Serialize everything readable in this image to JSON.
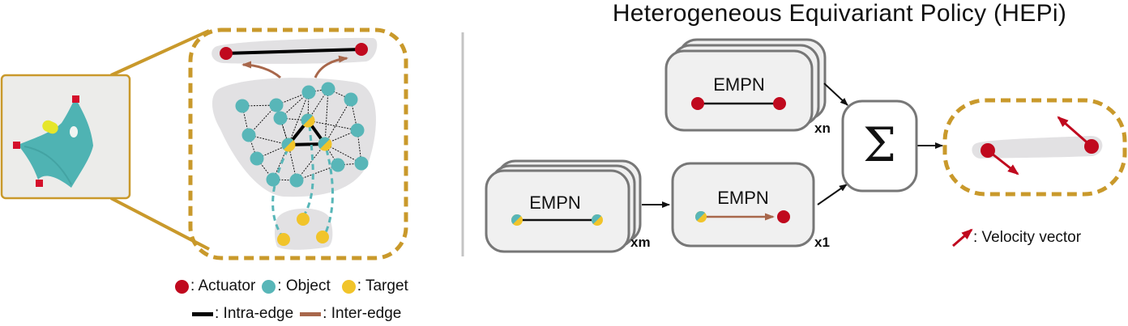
{
  "title": "Heterogeneous Equivariant Policy (HEPi)",
  "colors": {
    "actuator": "#c0091e",
    "object": "#58b6b8",
    "target": "#f1c42a",
    "intra_edge": "#000000",
    "inter_edge": "#a8674b",
    "highlight_border": "#c9992b",
    "card_fill": "#f0f0f0",
    "card_border": "#777777",
    "cluster_fill": "#e2e1e3",
    "divider": "#c4c4c4"
  },
  "legend_left": {
    "actuator": ": Actuator",
    "object": ": Object",
    "target": ": Target",
    "intra_edge": ": Intra-edge",
    "inter_edge": ": Inter-edge"
  },
  "legend_right": {
    "velocity": ": Velocity vector"
  },
  "blocks": {
    "top_stack": {
      "label": "EMPN",
      "multiplier": "xn",
      "edge": "actuator-actuator intra-edge"
    },
    "bottom_stack": {
      "label": "EMPN",
      "multiplier": "xm",
      "edge": "object-object intra-edge"
    },
    "single": {
      "label": "EMPN",
      "multiplier": "x1",
      "edge": "object-actuator inter-edge"
    },
    "sum": {
      "symbol": "Σ"
    }
  }
}
